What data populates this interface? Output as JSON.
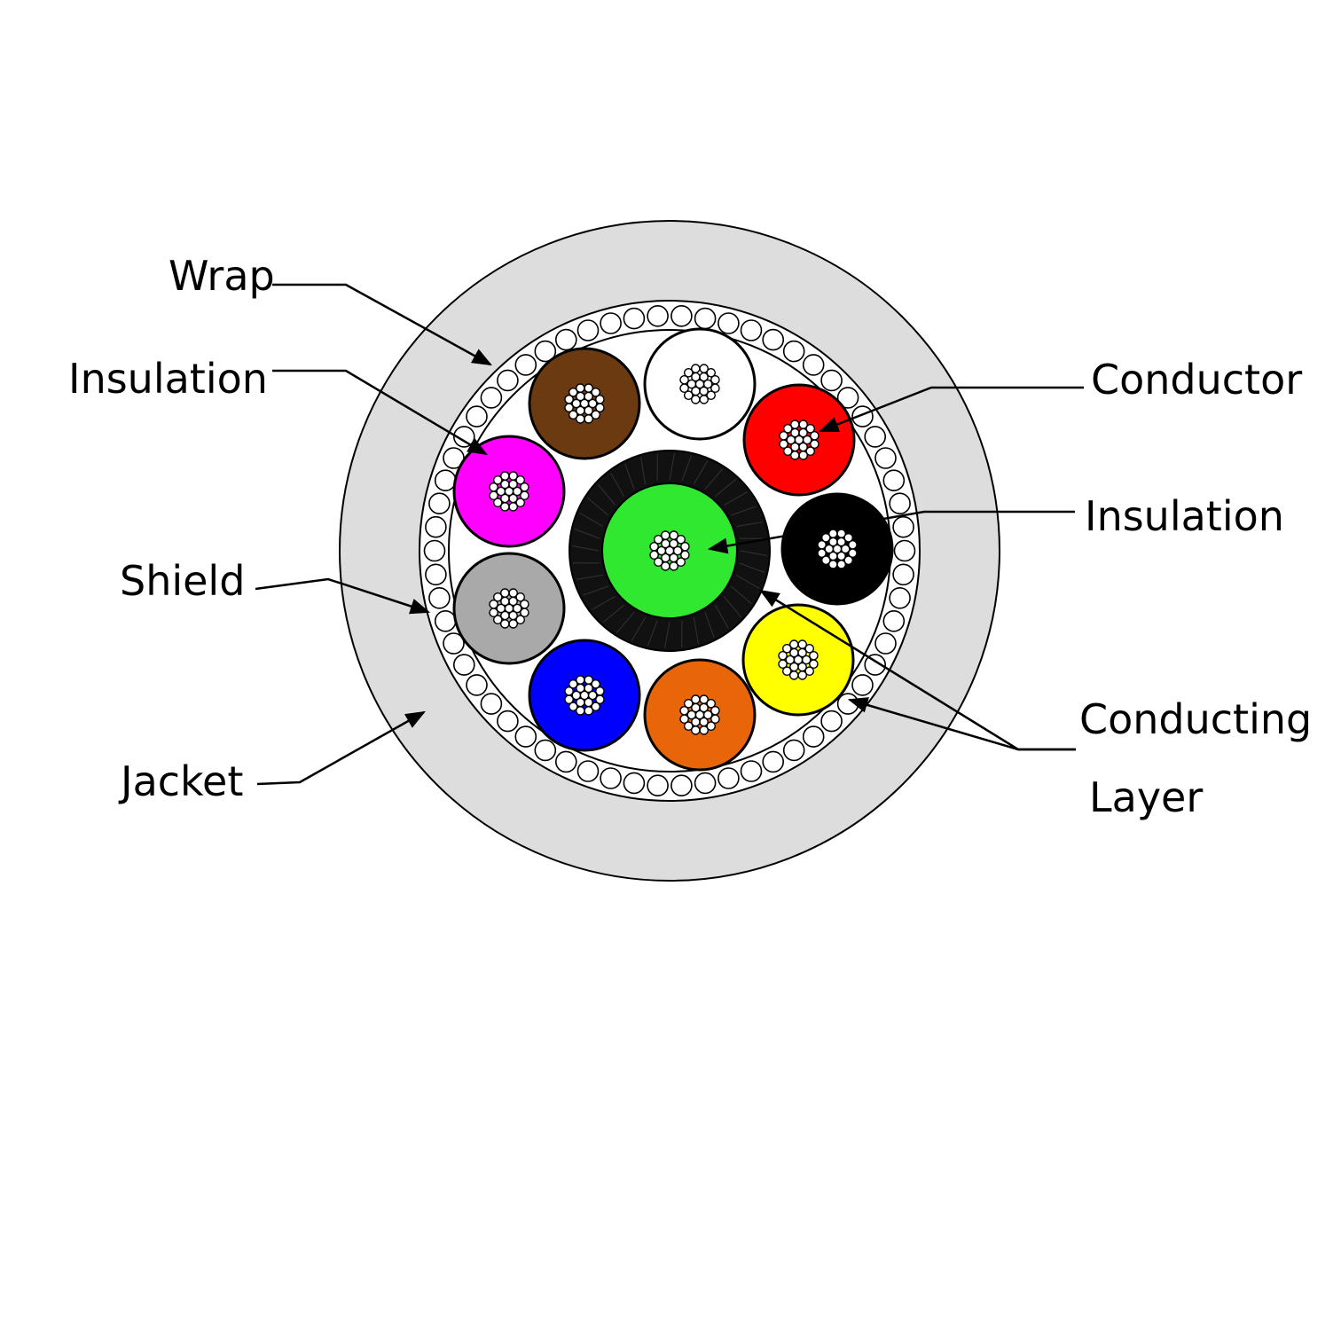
{
  "labels": {
    "wrap": "Wrap",
    "insulation_left": "Insulation",
    "shield": "Shield",
    "jacket": "Jacket",
    "conductor": "Conductor",
    "insulation_right": "Insulation",
    "conducting_line1": "Conducting",
    "conducting_line2": "Layer"
  },
  "colors": {
    "jacket": "#dddddd",
    "center_insulation": "#2fe82f",
    "conducting_layer": "#111111",
    "outline": "#000000"
  },
  "cores": [
    {
      "name": "brown",
      "color": "#6b3a10"
    },
    {
      "name": "white",
      "color": "#ffffff"
    },
    {
      "name": "red",
      "color": "#ff0000"
    },
    {
      "name": "black",
      "color": "#000000"
    },
    {
      "name": "yellow",
      "color": "#ffff00"
    },
    {
      "name": "orange",
      "color": "#e8650a"
    },
    {
      "name": "blue",
      "color": "#0000ff"
    },
    {
      "name": "gray",
      "color": "#a9a9a9"
    },
    {
      "name": "magenta",
      "color": "#ff00ff"
    }
  ]
}
